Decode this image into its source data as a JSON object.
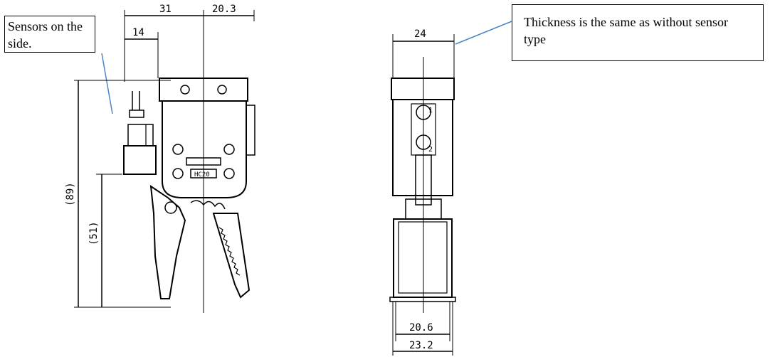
{
  "callouts": {
    "left": "Sensors on the side.",
    "right": "Thickness is the same as without sensor type"
  },
  "dimensions": {
    "side_top_left": "31",
    "side_top_right": "20.3",
    "side_offset": "14",
    "side_height_total": "(89)",
    "side_height_lower": "(51)",
    "front_top_width": "24",
    "front_bottom_inner": "20.6",
    "front_bottom_outer": "23.2"
  },
  "labels": {
    "plate_text": "HC20",
    "sensor_1": "1",
    "sensor_2": "2"
  },
  "colors": {
    "line": "#000000",
    "leader": "#4a86c8"
  }
}
